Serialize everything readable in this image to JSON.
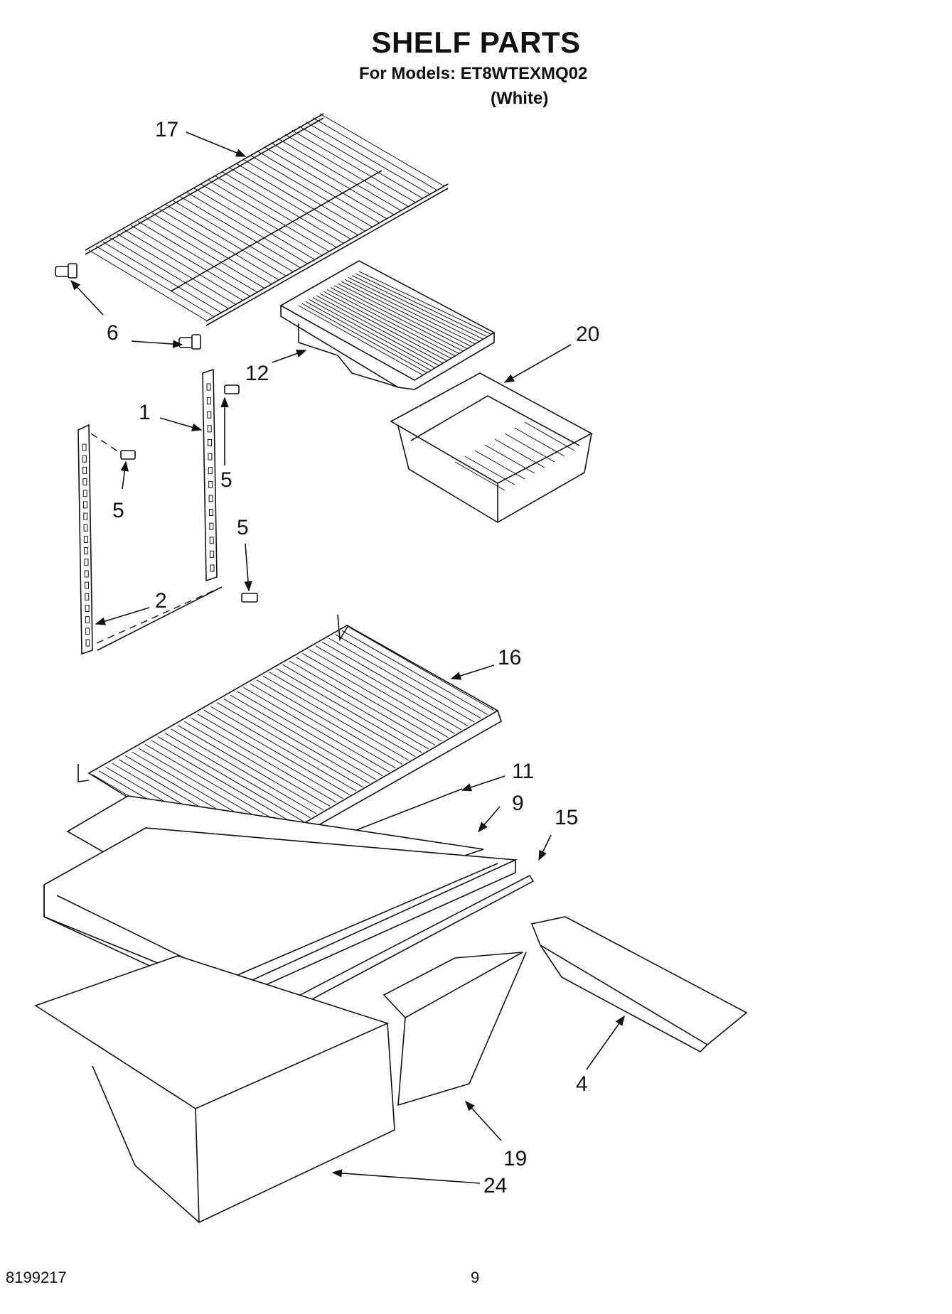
{
  "header": {
    "title": "SHELF PARTS",
    "models_line": "For Models: ET8WTEXMQ02",
    "variant": "(White)"
  },
  "callouts": {
    "c17": "17",
    "c6": "6",
    "c12": "12",
    "c20": "20",
    "c1": "1",
    "c5a": "5",
    "c5b": "5",
    "c5c": "5",
    "c2": "2",
    "c16": "16",
    "c11": "11",
    "c9": "9",
    "c15": "15",
    "c4": "4",
    "c19": "19",
    "c24": "24"
  },
  "footer": {
    "part_number": "8199217",
    "page_number": "9"
  }
}
